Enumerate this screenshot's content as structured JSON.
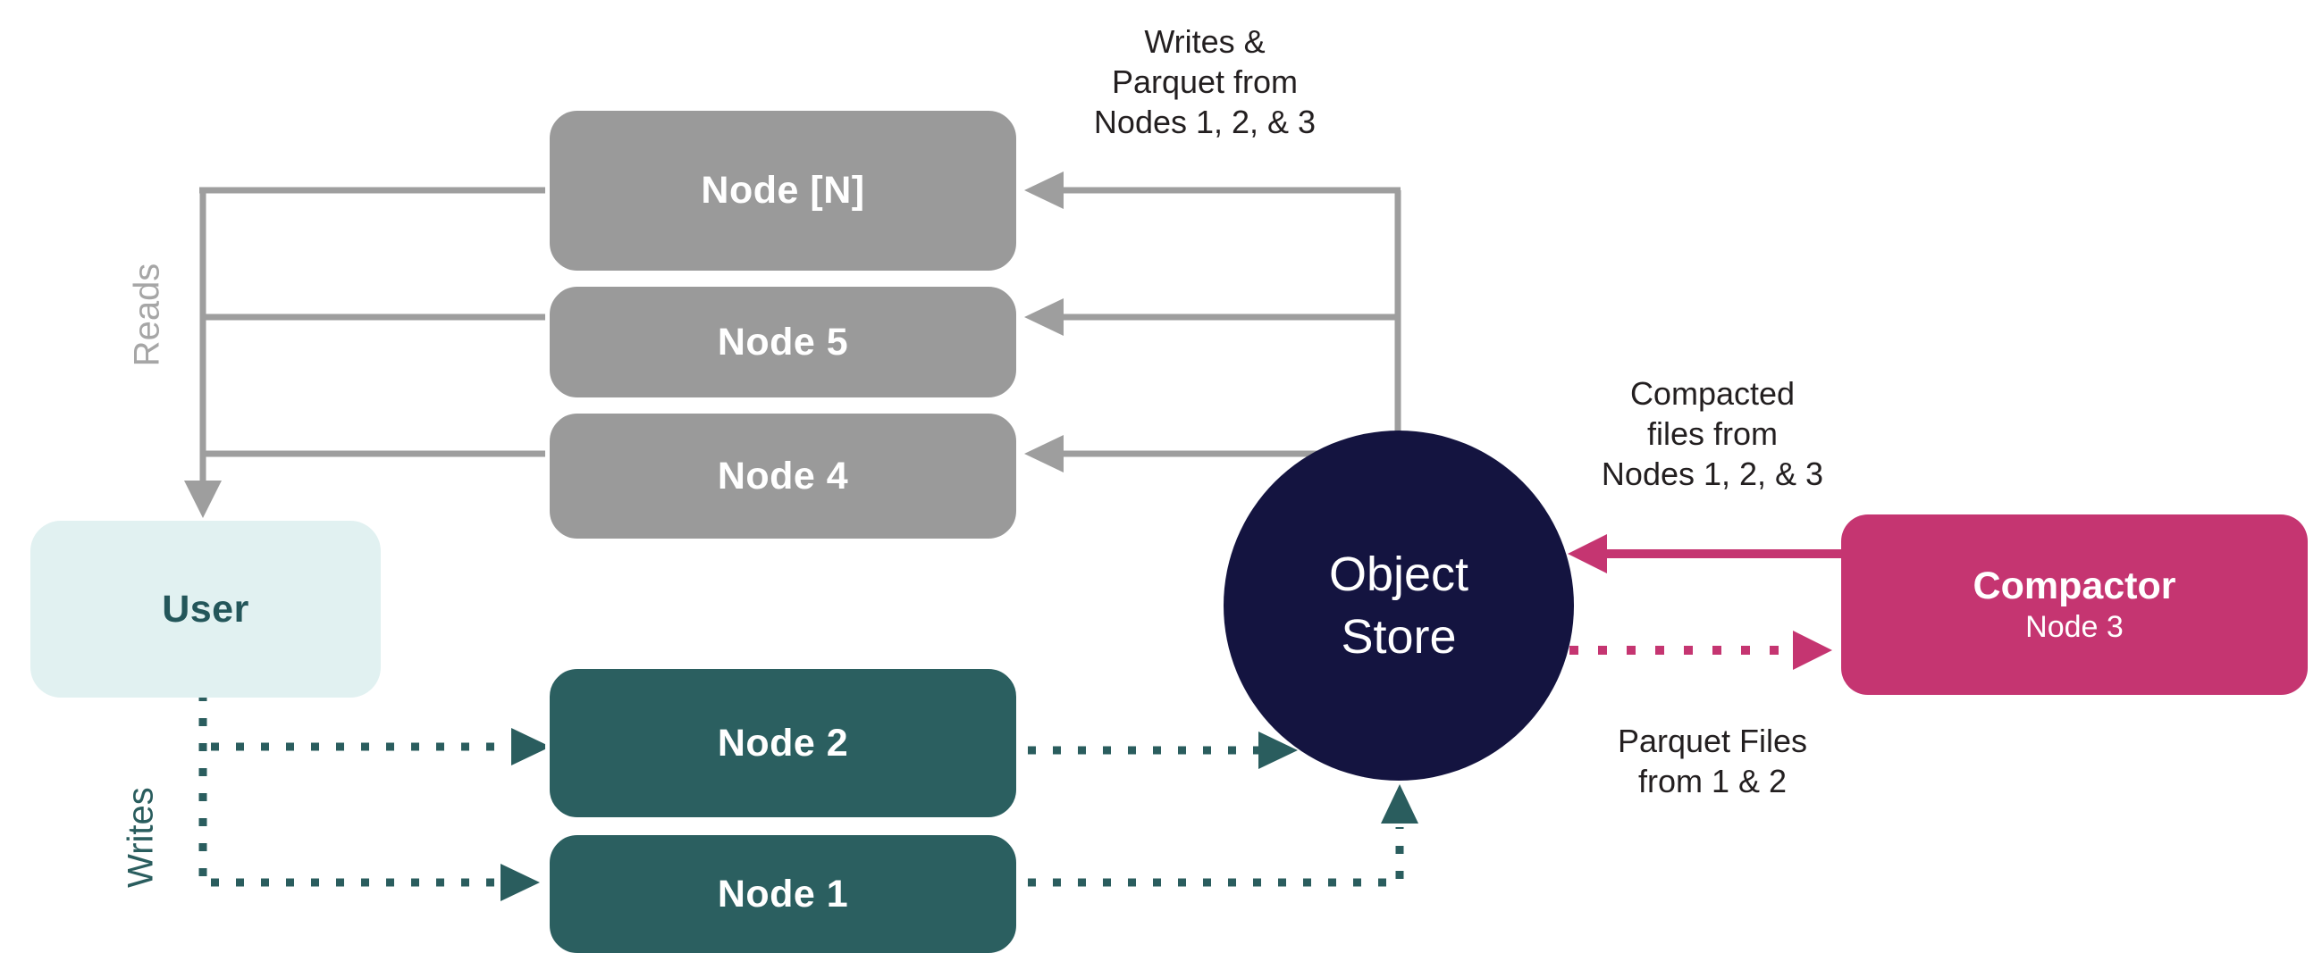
{
  "diagram": {
    "title_hint": "Distributed write/read/compaction architecture diagram",
    "colors": {
      "background": "#ffffff",
      "gray_node_fill": "#9a9a9a",
      "gray_line": "#9e9e9e",
      "teal_node_fill": "#2b5f60",
      "teal_line": "#2a5d5e",
      "navy_circle_fill": "#141440",
      "pink_fill": "#c53571",
      "user_box_fill": "#e1f1f1",
      "user_text": "#23565a",
      "annotation_text": "#231f20"
    },
    "read_nodes": [
      {
        "label": "Node [N]"
      },
      {
        "label": "Node 5"
      },
      {
        "label": "Node 4"
      }
    ],
    "write_nodes": [
      {
        "label": "Node 2"
      },
      {
        "label": "Node 1"
      }
    ],
    "user": {
      "label": "User"
    },
    "object_store": {
      "label": "Object\nStore"
    },
    "compactor": {
      "title": "Compactor",
      "subtitle": "Node 3"
    },
    "labels": {
      "reads": "Reads",
      "writes": "Writes",
      "writes_parquet": "Writes &\nParquet from\nNodes 1, 2, & 3",
      "compacted_files": "Compacted\nfiles from\nNodes 1, 2, & 3",
      "parquet_files": "Parquet Files\nfrom 1 & 2"
    }
  }
}
